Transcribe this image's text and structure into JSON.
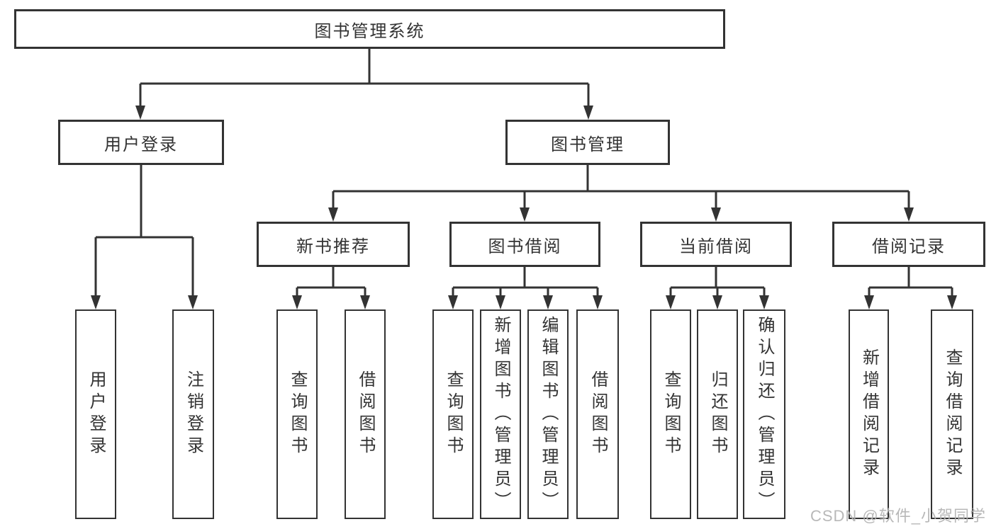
{
  "diagram": {
    "root": "图书管理系统",
    "level2": [
      "用户登录",
      "图书管理"
    ],
    "level3": [
      "新书推荐",
      "图书借阅",
      "当前借阅",
      "借阅记录"
    ],
    "leaves": {
      "user_login": [
        "用户登录",
        "注销登录"
      ],
      "new_book_recommend": [
        "查询图书",
        "借阅图书"
      ],
      "book_borrowing": [
        "查询图书",
        "新增图书（管理员）",
        "编辑图书（管理员）",
        "借阅图书"
      ],
      "current_borrowing": [
        "查询图书",
        "归还图书",
        "确认归还（管理员）"
      ],
      "borrowing_records": [
        "新增借阅记录",
        "查询借阅记录"
      ]
    }
  },
  "watermark": "CSDN @软件_小贺同学",
  "colors": {
    "line": "#333333",
    "text": "#333333",
    "watermark_gray": "#b3b3b3",
    "background": "#ffffff"
  }
}
